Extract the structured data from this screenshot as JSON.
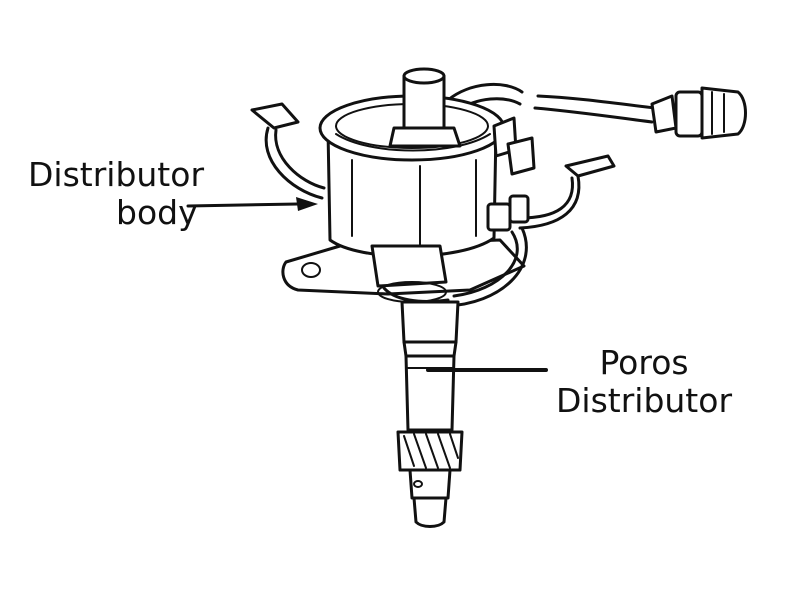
{
  "labels": {
    "distributor_body": [
      "Distributor",
      "body"
    ],
    "poros_distributor": [
      "Poros",
      "Distributor"
    ]
  }
}
